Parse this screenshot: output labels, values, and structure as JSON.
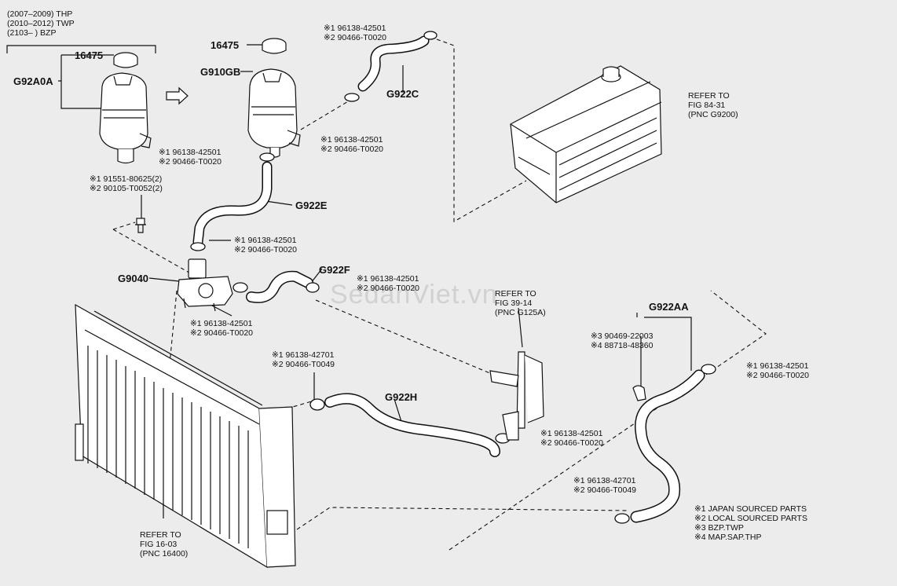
{
  "years": [
    "(2007–2009) THP",
    "(2010–2012) TWP",
    "(2103–        ) BZP"
  ],
  "codes": {
    "p16475_a": "16475",
    "g92a0a": "G92A0A",
    "p16475_b": "16475",
    "g910gb": "G910GB",
    "g922c": "G922C",
    "g922e": "G922E",
    "g922f": "G922F",
    "g9040": "G9040",
    "g922h": "G922H",
    "g922aa": "G922AA"
  },
  "part_groups": {
    "top_right_clamp": [
      "※1 96138-42501",
      "※2 90466-T0020"
    ],
    "mid_clamp_c": [
      "※1 96138-42501",
      "※2 90466-T0020"
    ],
    "tank_bottom_clamp": [
      "※1 96138-42501",
      "※2 90466-T0020"
    ],
    "bolt": [
      "※1  91551-80625(2)",
      "※2  90105-T0052(2)"
    ],
    "pump_top_clamp": [
      "※1 96138-42501",
      "※2 90466-T0020"
    ],
    "f_clamp": [
      "※1 96138-42501",
      "※2 90466-T0020"
    ],
    "pump_bottom_clamp": [
      "※1 96138-42501",
      "※2 90466-T0020"
    ],
    "h_left_clamp": [
      "※1 96138-42701",
      "※2 90466-T0049"
    ],
    "h_right_clamp": [
      "※1 96138-42501",
      "※2 90466-T0020"
    ],
    "aa_clip": [
      "※3 90469-22003",
      "※4 88718-48360"
    ],
    "aa_top_clamp": [
      "※1 96138-42501",
      "※2 90466-T0020"
    ],
    "aa_bottom_clamp": [
      "※1 96138-42701",
      "※2 90466-T0049"
    ]
  },
  "references": {
    "inverter": [
      "REFER TO",
      "FIG 84-31",
      "(PNC G9200)"
    ],
    "pipe": [
      "REFER TO",
      "FIG 39-14",
      "(PNC G125A)"
    ],
    "radiator": [
      "REFER TO",
      "FIG 16-03",
      "(PNC 16400)"
    ]
  },
  "legend": [
    "※1 JAPAN SOURCED PARTS",
    "※2 LOCAL SOURCED PARTS",
    "※3 BZP.TWP",
    "※4 MAP.SAP.THP"
  ],
  "watermark": "SedanViet.vn"
}
